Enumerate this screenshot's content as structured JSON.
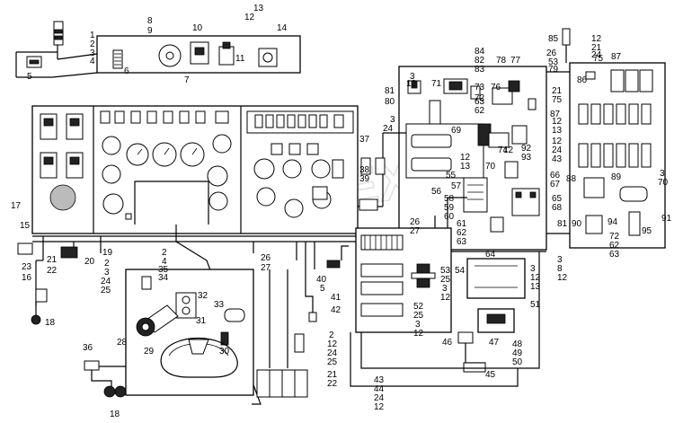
{
  "watermark": "OPEX",
  "labels": [
    "1",
    "2",
    "3",
    "4",
    "5",
    "6",
    "7",
    "8",
    "9",
    "10",
    "11",
    "12",
    "13",
    "14",
    "15",
    "16",
    "17",
    "18",
    "19",
    "20",
    "21",
    "22",
    "23",
    "24",
    "25",
    "26",
    "27",
    "28",
    "29",
    "30",
    "31",
    "32",
    "33",
    "34",
    "35",
    "36",
    "37",
    "38",
    "39",
    "40",
    "41",
    "42",
    "43",
    "44",
    "45",
    "46",
    "47",
    "48",
    "49",
    "50",
    "51",
    "52",
    "53",
    "54",
    "55",
    "56",
    "57",
    "58",
    "59",
    "60",
    "61",
    "62",
    "63",
    "64",
    "65",
    "66",
    "67",
    "68",
    "69",
    "70",
    "71",
    "72",
    "73",
    "74",
    "75",
    "76",
    "77",
    "78",
    "79",
    "80",
    "81",
    "82",
    "83",
    "84",
    "85",
    "86",
    "87",
    "88",
    "89",
    "90",
    "91",
    "92",
    "93",
    "94",
    "95"
  ]
}
